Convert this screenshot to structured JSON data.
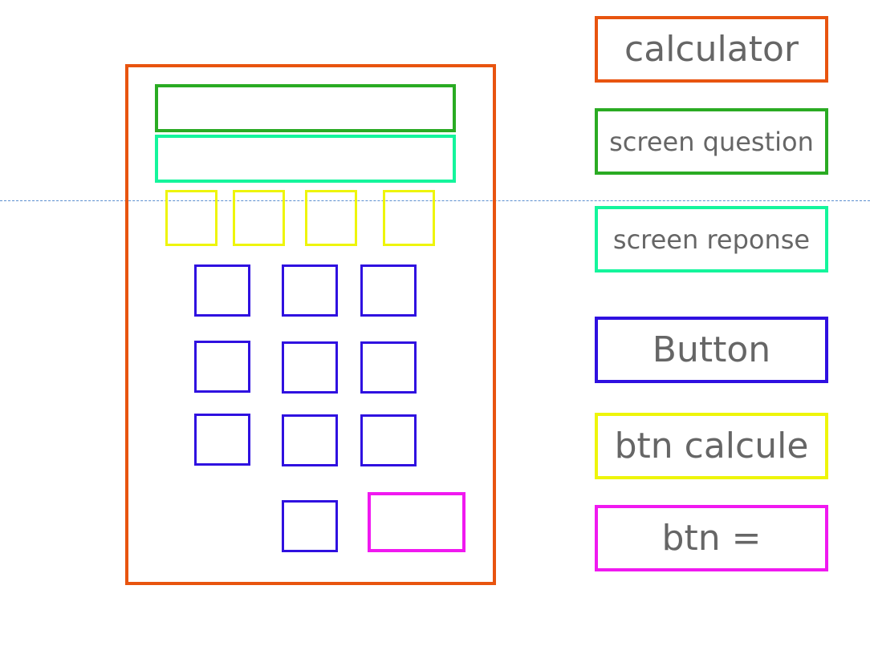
{
  "colors": {
    "calculator": "#e8540f",
    "screen_question": "#2aab23",
    "screen_response": "#14f59c",
    "button": "#2f10e0",
    "btn_calcule": "#eef50a",
    "btn_equals": "#f019f0",
    "guide_line": "#5b8fd0",
    "legend_text": "#666666"
  },
  "legend": {
    "calculator": "calculator",
    "screen_question": "screen question",
    "screen_response": "screen reponse",
    "button": "Button",
    "btn_calcule": "btn calcule",
    "btn_equals": "btn ="
  },
  "layout": {
    "operator_buttons": 4,
    "number_rows": 3,
    "number_cols": 3,
    "bottom_buttons": 1
  }
}
